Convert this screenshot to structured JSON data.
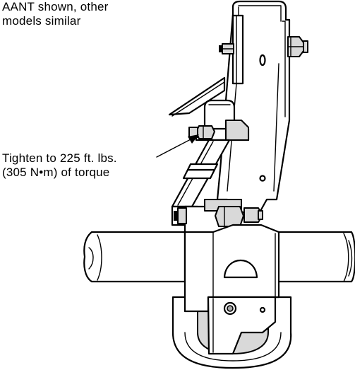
{
  "notes": {
    "model_line1": "AANT shown, other",
    "model_line2": "models similar",
    "torque_line1": "Tighten to 225 ft. lbs.",
    "torque_line2": "(305 N•m) of torque"
  }
}
